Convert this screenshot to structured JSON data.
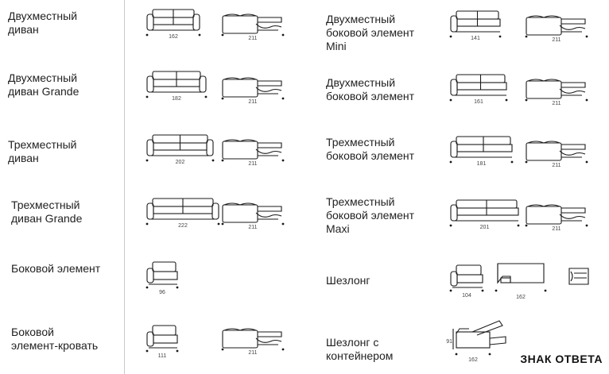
{
  "left": {
    "rows": [
      {
        "label": "Двухместный\nдиван",
        "front_dim": "162",
        "side_dim": "211"
      },
      {
        "label": "Двухместный\nдиван Grande",
        "front_dim": "182",
        "side_dim": "211"
      },
      {
        "label": "Трехместный\nдиван",
        "front_dim": "202",
        "side_dim": "211"
      },
      {
        "label": "Трехместный\nдиван Grande",
        "front_dim": "222",
        "side_dim": "211"
      },
      {
        "label": "Боковой элемент",
        "front_dim": "96"
      },
      {
        "label": "Боковой\nэлемент-кровать",
        "front_dim": "111",
        "side_dim": "211"
      }
    ]
  },
  "right": {
    "rows": [
      {
        "label": "Двухместный\nбоковой элемент\nMini",
        "front_dim": "141",
        "side_dim": "211"
      },
      {
        "label": "Двухместный\nбоковой элемент",
        "front_dim": "161",
        "side_dim": "211"
      },
      {
        "label": "Трехместный\nбоковой элемент",
        "front_dim": "181",
        "side_dim": "211"
      },
      {
        "label": "Трехместный\nбоковой элемент\nMaxi",
        "front_dim": "201",
        "side_dim": "211"
      },
      {
        "label": "Шезлонг",
        "front_dim": "104",
        "side_dim": "162"
      },
      {
        "label": "Шезлонг с\nконтейнером",
        "height_dim": "91",
        "side_dim": "162"
      }
    ]
  },
  "watermark": "ЗНАК ОТВЕТА"
}
